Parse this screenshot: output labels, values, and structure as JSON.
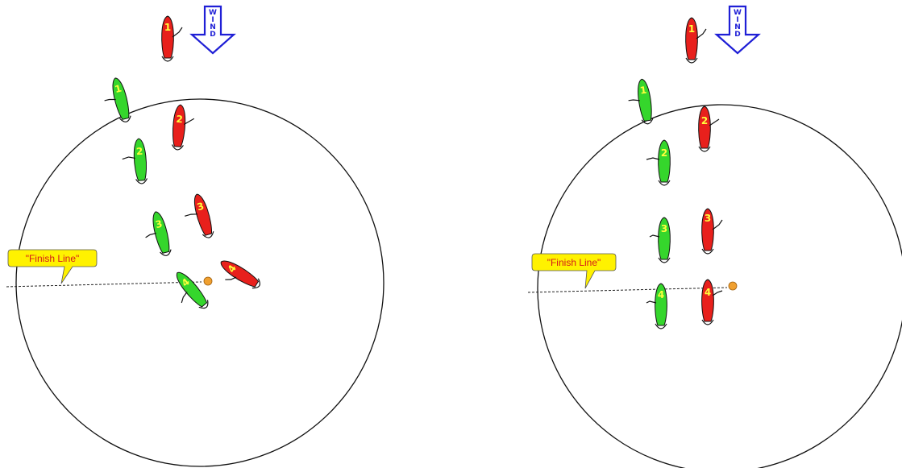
{
  "diagrams": [
    {
      "callout": "\"Finish Line\"",
      "boats": [
        {
          "team": "red",
          "number": "1"
        },
        {
          "team": "green",
          "number": "1"
        },
        {
          "team": "red",
          "number": "2"
        },
        {
          "team": "green",
          "number": "2"
        },
        {
          "team": "red",
          "number": "3"
        },
        {
          "team": "green",
          "number": "3"
        },
        {
          "team": "red",
          "number": "4"
        },
        {
          "team": "green",
          "number": "4"
        }
      ],
      "wind_letters": [
        "W",
        "I",
        "N",
        "D"
      ]
    },
    {
      "callout": "\"Finish Line\"",
      "boats": [
        {
          "team": "red",
          "number": "1"
        },
        {
          "team": "green",
          "number": "1"
        },
        {
          "team": "red",
          "number": "2"
        },
        {
          "team": "green",
          "number": "2"
        },
        {
          "team": "red",
          "number": "3"
        },
        {
          "team": "green",
          "number": "3"
        },
        {
          "team": "red",
          "number": "4"
        },
        {
          "team": "green",
          "number": "4"
        }
      ],
      "wind_letters": [
        "W",
        "I",
        "N",
        "D"
      ]
    }
  ],
  "colors": {
    "red_boat": "#e8201c",
    "green_boat": "#35d62c",
    "wind_arrow": "#1f1fd6",
    "callout_fill": "#fff200",
    "callout_text": "#d41a1a",
    "mark": "#f0a030"
  }
}
